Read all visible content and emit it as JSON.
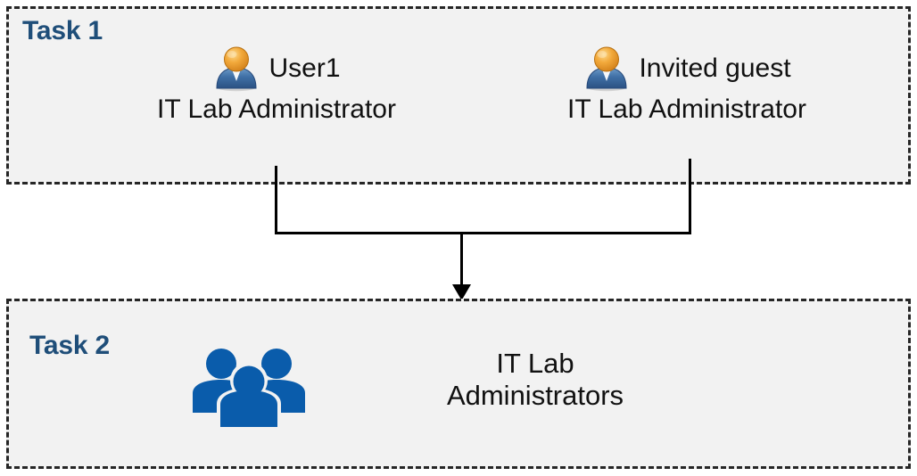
{
  "diagram": {
    "title": "Task 1 / Task 2 user-to-group assignment diagram",
    "background_color": "#FFFFFF",
    "box_fill_color": "#F2F2F2",
    "box_border_color": "#262626",
    "label_color": "#1F4E79",
    "text_color": "#111111",
    "group_icon_color": "#0A5CAB",
    "connector_color": "#000000"
  },
  "task1": {
    "label": "Task 1",
    "people": [
      {
        "icon": "user-icon",
        "name": "User1",
        "role": "IT Lab Administrator"
      },
      {
        "icon": "user-icon",
        "name": "Invited guest",
        "role": "IT Lab Administrator"
      }
    ]
  },
  "task2": {
    "label": "Task 2",
    "group": {
      "icon": "user-group-icon",
      "name_line1": "IT Lab",
      "name_line2": "Administrators"
    }
  },
  "connector": {
    "type": "merge-arrow",
    "from": [
      "User1",
      "Invited guest"
    ],
    "to": "IT Lab Administrators",
    "arrow_head": "down"
  }
}
